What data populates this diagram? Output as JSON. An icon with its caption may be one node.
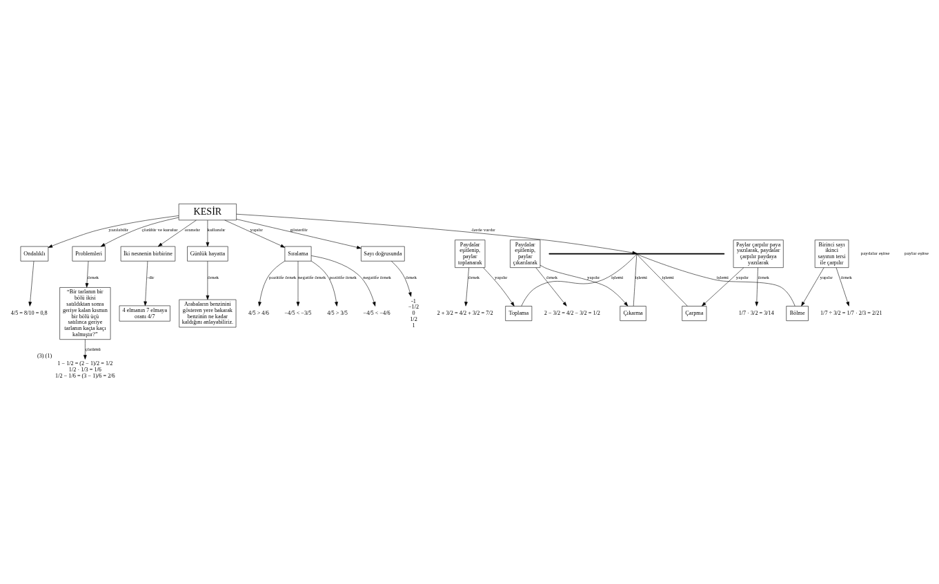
{
  "diagram": {
    "nodes": [
      {
        "text": [
          "KESİR"
        ]
      },
      {
        "text": [
          "Ondalıklı"
        ]
      },
      {
        "text": [
          "4/5 = 8/10 = 0,8"
        ]
      },
      {
        "text": [
          "Problemleri"
        ]
      },
      {
        "text": [
          "“Bir tarlanın bir bölü ikisi satıldıktan sonra geriye kalan kısmın bir bölü üçü satılınca geriye tarlanın kaçta kaçı kalmıştır?”"
        ]
      },
      {
        "text": [
          "1 − 1/2 = (2 − 1)/2 = 1/2",
          "1/2 · 1/3 = 1/6",
          "1/2 − 1/6 = (3 − 1)/6 = 2/6"
        ],
        "beside": [
          "(3)",
          "(1)"
        ]
      },
      {
        "text": [
          "İki nesnenin birbirine"
        ]
      },
      {
        "text": [
          "4 elmanın 7 elmaya oranı 4/7"
        ]
      },
      {
        "text": [
          "Günlük hayatta"
        ]
      },
      {
        "text": [
          "Arabaların benzinini gösteren yere bakarak benzinin ne kadar kaldığını anlayabiliriz."
        ]
      },
      {
        "text": [
          "Sıralama"
        ]
      },
      {
        "text": [
          "−4/5 < −3/5"
        ]
      },
      {
        "text": [
          "4/5 > 3/5"
        ]
      },
      {
        "text": [
          "−4/5 < −4/6"
        ]
      },
      {
        "text": [
          "4/5 > 4/6"
        ]
      },
      {
        "text": [
          "Sayı doğrusunda"
        ]
      },
      {
        "text": [
          "-1",
          "−1/2",
          "0",
          "1/2",
          "1"
        ]
      },
      {
        "text": [],
        "shape": "bar"
      },
      {
        "text": [
          "Toplama"
        ]
      },
      {
        "text": [
          "Çıkarma"
        ]
      },
      {
        "text": [
          "Çarpma"
        ]
      },
      {
        "text": [
          "Bölme"
        ]
      },
      {
        "text": [
          "Paydalar eşitlenip, paylar toplanarak"
        ]
      },
      {
        "text": [
          "Paydalar eşitlenip, paylar çıkarılarak"
        ]
      },
      {
        "text": [
          "Paylar çarpılır paya yazılarak, paydalar çarpılır paydaya yazılarak"
        ]
      },
      {
        "text": [
          "Birinci sayı ikinci sayının tersi ile çarpılır"
        ]
      },
      {
        "text": [
          "2 + 3/2 = 4/2 + 3/2 = 7/2"
        ]
      },
      {
        "text": [
          "2 − 3/2 = 4/2 − 3/2 = 1/2"
        ]
      },
      {
        "text": [
          "1/7 · 3/2 = 3/14"
        ]
      },
      {
        "text": [
          "1/7 ÷ 3/2 = 1/7 · 2/3 = 2/21"
        ]
      }
    ],
    "edges": [
      {
        "from": 0,
        "to": 1,
        "arrow": "to",
        "label": "yazılabilir"
      },
      {
        "from": 1,
        "to": 2,
        "arrow": "to"
      },
      {
        "from": 0,
        "to": 3,
        "arrow": "to",
        "label": "çözülür ve kurulur"
      },
      {
        "from": 3,
        "to": 4,
        "arrow": "to",
        "label": "örnek"
      },
      {
        "from": 4,
        "to": 5,
        "arrow": "to",
        "label": "çözümü"
      },
      {
        "from": 0,
        "to": 6,
        "arrow": "to",
        "label": "oranıdır"
      },
      {
        "from": 6,
        "to": 7,
        "arrow": "to",
        "label": "-dir"
      },
      {
        "from": 0,
        "to": 8,
        "arrow": "to",
        "label": "kullanılır"
      },
      {
        "from": 8,
        "to": 9,
        "arrow": "to",
        "label": "örnek"
      },
      {
        "from": 0,
        "to": 10,
        "arrow": "to",
        "label": "yapılır"
      },
      {
        "from": 10,
        "to": 11,
        "arrow": "to",
        "label": "negatife örnek"
      },
      {
        "from": 10,
        "to": 12,
        "arrow": "to",
        "label": "pozitife örnek"
      },
      {
        "from": 10,
        "to": 13,
        "arrow": "to",
        "label": "negatife örnek"
      },
      {
        "from": 10,
        "to": 14,
        "arrow": "to",
        "label": "pozitife örnek"
      },
      {
        "from": 0,
        "to": 15,
        "arrow": "to",
        "label": "gösterilir"
      },
      {
        "from": 15,
        "to": 16,
        "arrow": "to",
        "label": "örnek"
      },
      {
        "from": 0,
        "to": 17,
        "arrow": "to",
        "label": "-lerde vardır"
      },
      {
        "from": 17,
        "to": 18,
        "arrow": "none",
        "label": "işlemi"
      },
      {
        "from": 17,
        "to": 19,
        "arrow": "none",
        "label": "işlemi"
      },
      {
        "from": 17,
        "to": 20,
        "arrow": "none",
        "label": "işlemi"
      },
      {
        "from": 17,
        "to": 21,
        "arrow": "none",
        "label": "işlemi"
      },
      {
        "from": 22,
        "to": 18,
        "arrow": "to",
        "label": "yapılır"
      },
      {
        "from": 23,
        "to": 19,
        "arrow": "to",
        "label": "yapılır"
      },
      {
        "from": 24,
        "to": 20,
        "arrow": "to",
        "label": "yapılır"
      },
      {
        "from": 25,
        "to": 21,
        "arrow": "to",
        "label": "yapılır"
      },
      {
        "from": 22,
        "to": 26,
        "arrow": "to",
        "label": "örnek"
      },
      {
        "from": 23,
        "to": 27,
        "arrow": "to",
        "label": "örnek"
      },
      {
        "from": 24,
        "to": 28,
        "arrow": "to",
        "label": "örnek"
      },
      {
        "from": 25,
        "to": 29,
        "arrow": "to",
        "label": "örnek"
      }
    ],
    "labels": [
      "paydalar eşitse",
      "paylar eşitse"
    ]
  }
}
